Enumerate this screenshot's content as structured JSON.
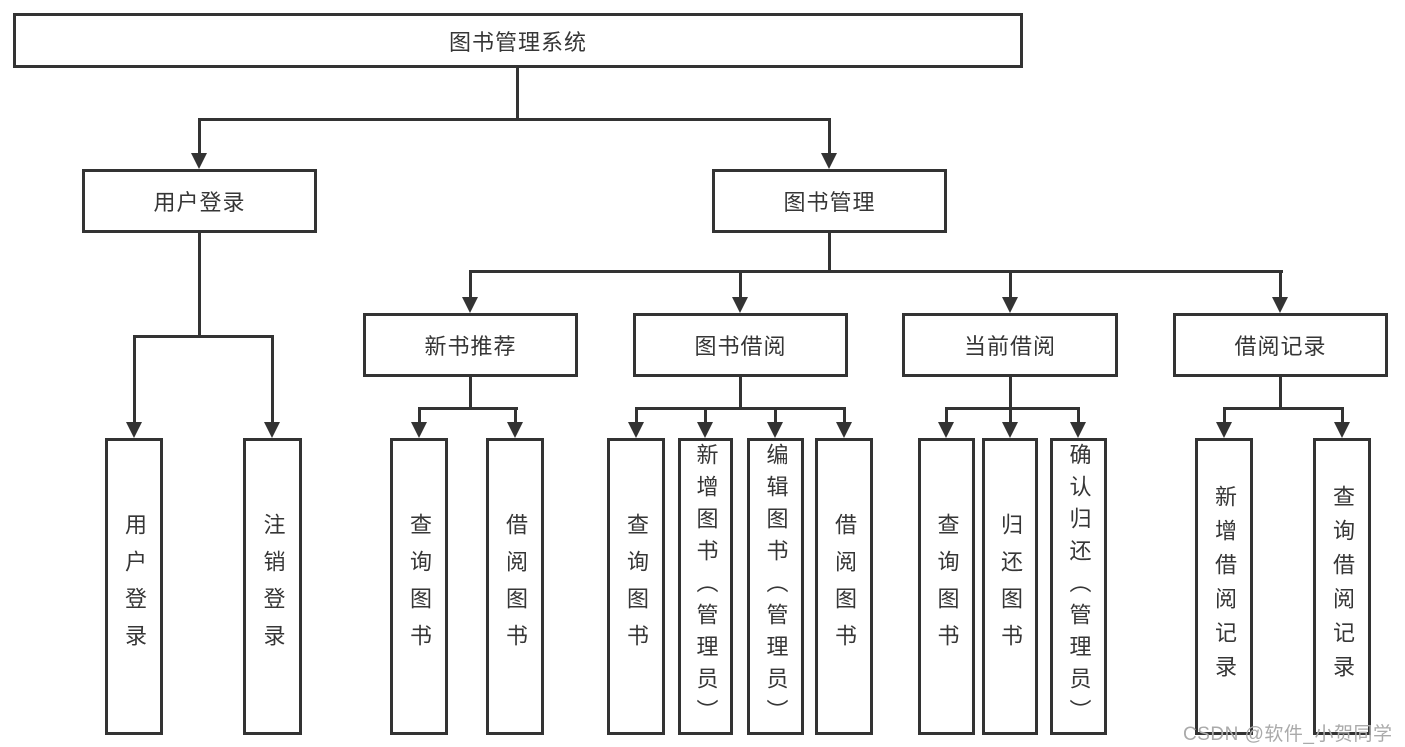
{
  "diagram": {
    "title_note": "library management system function structure diagram",
    "root": {
      "label": "图书管理系统"
    },
    "branches": [
      {
        "label": "用户登录",
        "leaves": [
          {
            "label": "用户登录"
          },
          {
            "label": "注销登录"
          }
        ]
      },
      {
        "label": "图书管理",
        "groups": [
          {
            "label": "新书推荐",
            "leaves": [
              {
                "label": "查询图书"
              },
              {
                "label": "借阅图书"
              }
            ]
          },
          {
            "label": "图书借阅",
            "leaves": [
              {
                "label": "查询图书"
              },
              {
                "label": "新增图书（管理员）"
              },
              {
                "label": "编辑图书（管理员）"
              },
              {
                "label": "借阅图书"
              }
            ]
          },
          {
            "label": "当前借阅",
            "leaves": [
              {
                "label": "查询图书"
              },
              {
                "label": "归还图书"
              },
              {
                "label": "确认归还（管理员）"
              }
            ]
          },
          {
            "label": "借阅记录",
            "leaves": [
              {
                "label": "新增借阅记录"
              },
              {
                "label": "查询借阅记录"
              }
            ]
          }
        ]
      }
    ]
  },
  "watermark": {
    "text": "CSDN @软件_小贺同学"
  },
  "colors": {
    "line": "#333333",
    "box_border": "#333333",
    "box_fill": "#ffffff",
    "text": "#363636",
    "watermark": "#aaaaaa",
    "background": "#ffffff"
  }
}
